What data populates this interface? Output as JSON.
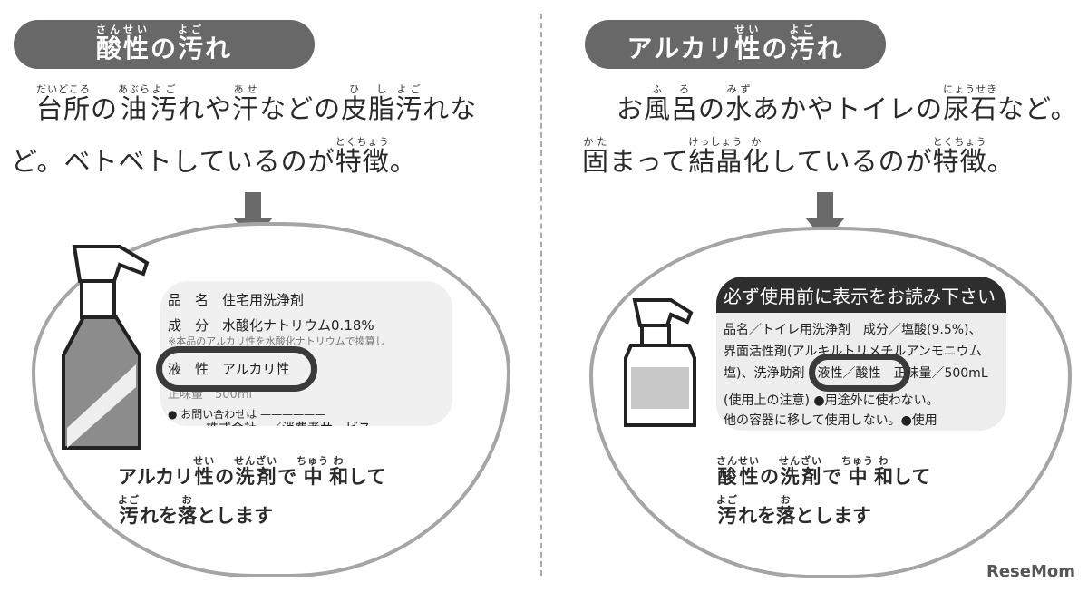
{
  "left": {
    "title": [
      [
        "酸",
        "さん"
      ],
      [
        "性",
        "せい"
      ],
      [
        "の",
        ""
      ],
      [
        "汚",
        "よご"
      ],
      [
        "れ",
        ""
      ]
    ],
    "line1": [
      [
        "台所",
        "だいどころ"
      ],
      [
        "の",
        ""
      ],
      [
        "油",
        "あぶら"
      ],
      [
        "汚",
        "よご"
      ],
      [
        "れや",
        ""
      ],
      [
        "汗",
        "あせ"
      ],
      [
        "などの",
        ""
      ],
      [
        "皮",
        "ひ"
      ],
      [
        "脂",
        "し"
      ],
      [
        "汚",
        "よご"
      ],
      [
        "れな",
        ""
      ]
    ],
    "line2": [
      [
        "ど。ベトベトしているのが",
        ""
      ],
      [
        "特徴",
        "とくちょう"
      ],
      [
        "。",
        ""
      ]
    ],
    "label_rows": [
      "品　名　住宅用洗浄剤",
      "成　分　水酸化ナトリウム0.18%",
      "※本品のアルカリ性を水酸化ナトリウムで換算し",
      "液　性　アルカリ性",
      "正味量　500ml",
      "● お問い合わせは ——————",
      "　　　株式会社　／消費者サービス"
    ],
    "caption1": [
      [
        "アルカリ",
        ""
      ],
      [
        "性",
        "せい"
      ],
      [
        "の",
        ""
      ],
      [
        "洗剤",
        "せんざい"
      ],
      [
        "で",
        ""
      ],
      [
        "中",
        "ちゅう"
      ],
      [
        "和",
        "わ"
      ],
      [
        "して",
        ""
      ]
    ],
    "caption2": [
      [
        "汚",
        "よご"
      ],
      [
        "れを",
        ""
      ],
      [
        "落",
        "お"
      ],
      [
        "とします",
        ""
      ]
    ]
  },
  "right": {
    "title": [
      [
        "アルカリ",
        ""
      ],
      [
        "性",
        "せい"
      ],
      [
        "の",
        ""
      ],
      [
        "汚",
        "よご"
      ],
      [
        "れ",
        ""
      ]
    ],
    "line1": [
      [
        "お",
        ""
      ],
      [
        "風",
        "ふ"
      ],
      [
        "呂",
        "ろ"
      ],
      [
        "の",
        ""
      ],
      [
        "水",
        "みず"
      ],
      [
        "あかやトイレの",
        ""
      ],
      [
        "尿石",
        "にょうせき"
      ],
      [
        "など。",
        ""
      ]
    ],
    "line2": [
      [
        "固",
        "かた"
      ],
      [
        "まって",
        ""
      ],
      [
        "結晶",
        "けっしょう"
      ],
      [
        "化",
        "か"
      ],
      [
        "しているのが",
        ""
      ],
      [
        "特徴",
        "とくちょう"
      ],
      [
        "。",
        ""
      ]
    ],
    "label_rows": [
      "必ず使用前に表示をお読み下さい",
      "品名／トイレ用洗浄剤　成分／塩酸(9.5%)、",
      "界面活性剤(アルキルトリメチルアンモニウム",
      "塩)、洗浄助剤　液性／酸性　正味量／500mL",
      "(使用上の注意) ●用途外に使わない。",
      "他の容器に移して使用しない。●使用"
    ],
    "caption1": [
      [
        "酸",
        "さん"
      ],
      [
        "性",
        "せい"
      ],
      [
        "の",
        ""
      ],
      [
        "洗剤",
        "せんざい"
      ],
      [
        "で",
        ""
      ],
      [
        "中",
        "ちゅう"
      ],
      [
        "和",
        "わ"
      ],
      [
        "して",
        ""
      ]
    ],
    "caption2": [
      [
        "汚",
        "よご"
      ],
      [
        "れを",
        ""
      ],
      [
        "落",
        "お"
      ],
      [
        "とします",
        ""
      ]
    ]
  },
  "logo": "ReseMom",
  "colors": {
    "pill": "#686868",
    "blob": "#a5a5a5",
    "arrow": "#6a6a6a"
  }
}
